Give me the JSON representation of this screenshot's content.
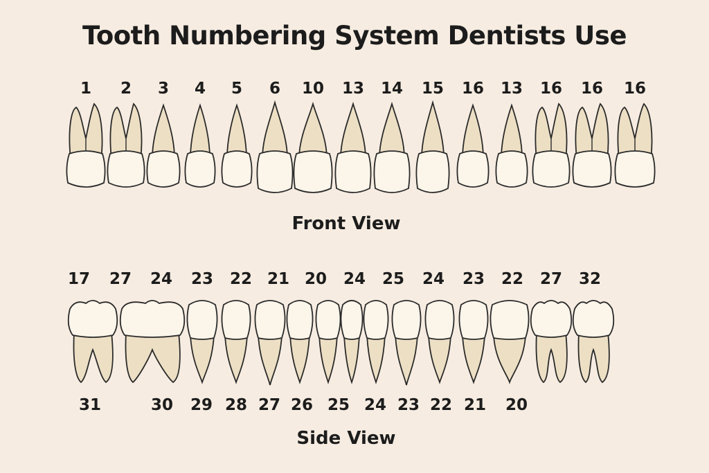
{
  "title": "Tooth Numbering System Dentists Use",
  "front_view": {
    "label": "Front View",
    "numbers": [
      "1",
      "2",
      "3",
      "4",
      "5",
      "6",
      "10",
      "13",
      "14",
      "15",
      "16",
      "13",
      "16",
      "16",
      "16"
    ]
  },
  "side_view": {
    "label": "Side View",
    "top_numbers": [
      "17",
      "27",
      "24",
      "23",
      "22",
      "21",
      "20",
      "24",
      "25",
      "24",
      "23",
      "22",
      "27",
      "32"
    ],
    "bottom_numbers": [
      "31",
      "30",
      "29",
      "28",
      "27",
      "26",
      "25",
      "24",
      "23",
      "22",
      "21",
      "20"
    ]
  },
  "colors": {
    "background": "#f6ece1",
    "enamel": "#fbf5ea",
    "root": "#ecdfc4",
    "outline": "#2a2a2a",
    "text": "#1c1c1c"
  }
}
